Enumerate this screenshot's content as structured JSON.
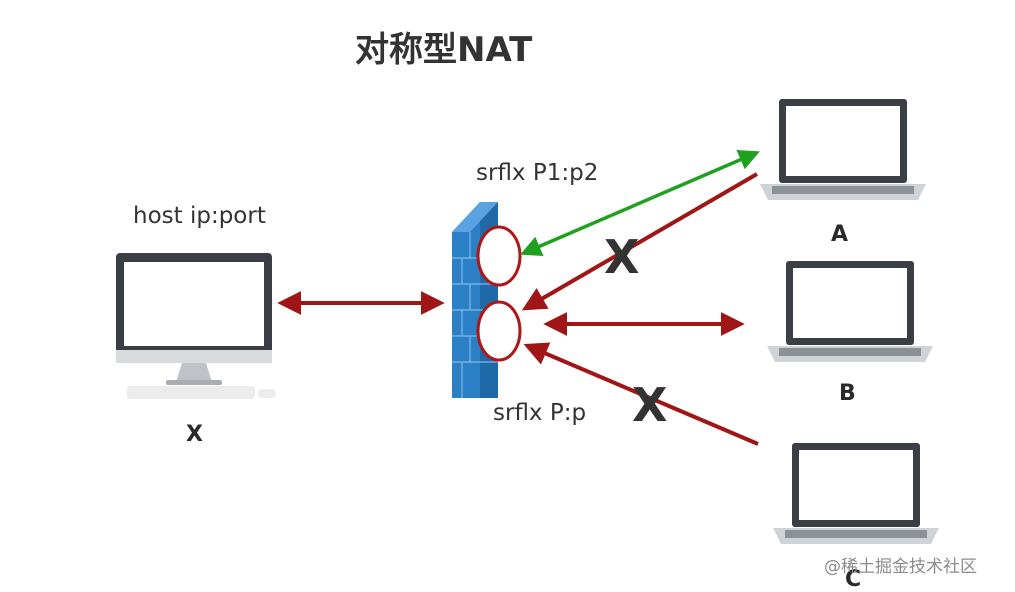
{
  "title": "对称型NAT",
  "host": {
    "label": "host ip:port",
    "name": "X"
  },
  "nat": {
    "port_top": "srflx P1:p2",
    "port_bottom": "srflx P:p"
  },
  "peers": [
    {
      "name": "A"
    },
    {
      "name": "B"
    },
    {
      "name": "C"
    }
  ],
  "blocked_mark": "X",
  "watermark": "@稀土掘金技术社区",
  "colors": {
    "allowed": "#1fa01f",
    "blocked": "#a01515",
    "firewall": "#2b7fc4",
    "port_ring": "#b01616"
  }
}
